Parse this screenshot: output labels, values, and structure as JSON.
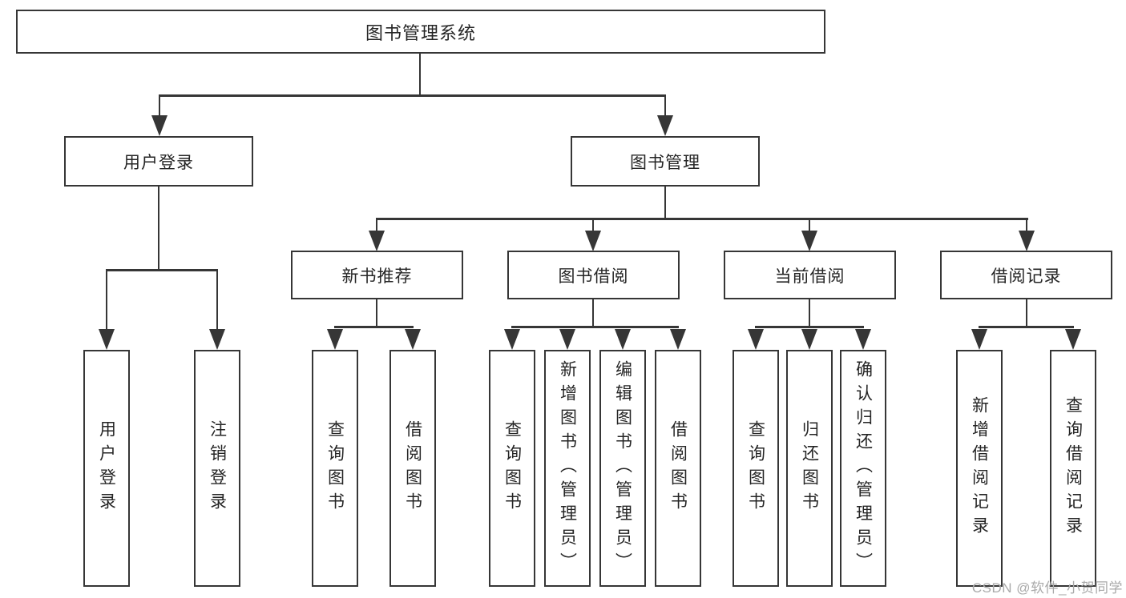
{
  "diagram": {
    "title": "图书管理系统",
    "children": [
      {
        "label": "用户登录",
        "children": [
          {
            "label": "用户登录"
          },
          {
            "label": "注销登录"
          }
        ]
      },
      {
        "label": "图书管理",
        "children": [
          {
            "label": "新书推荐",
            "children": [
              {
                "label": "查询图书"
              },
              {
                "label": "借阅图书"
              }
            ]
          },
          {
            "label": "图书借阅",
            "children": [
              {
                "label": "查询图书"
              },
              {
                "label": "新增图书（管理员）"
              },
              {
                "label": "编辑图书（管理员）"
              },
              {
                "label": "借阅图书"
              }
            ]
          },
          {
            "label": "当前借阅",
            "children": [
              {
                "label": "查询图书"
              },
              {
                "label": "归还图书"
              },
              {
                "label": "确认归还（管理员）"
              }
            ]
          },
          {
            "label": "借阅记录",
            "children": [
              {
                "label": "新增借阅记录"
              },
              {
                "label": "查询借阅记录"
              }
            ]
          }
        ]
      }
    ]
  },
  "watermark": {
    "text": "CSDN @软件_小贺同学"
  },
  "colors": {
    "line": "#363636",
    "text": "#252525",
    "box_background": "#ffffff",
    "watermark": "#a9a9a9"
  }
}
